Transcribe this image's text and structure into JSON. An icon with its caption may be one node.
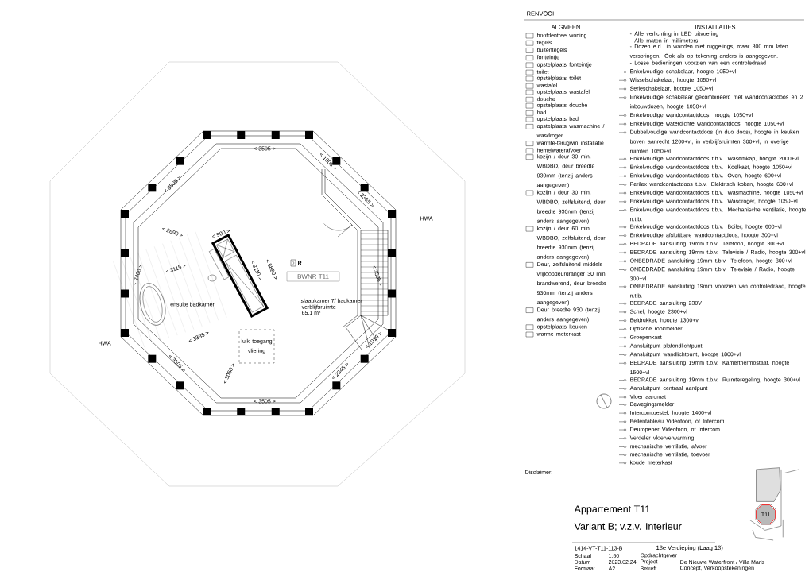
{
  "diagram": {
    "title": "Appartement T11",
    "nodes": [
      {
        "text": [
          "BWNR T11"
        ]
      },
      {
        "text": [
          "luik toegang vliering"
        ]
      },
      {
        "text": [
          "T11"
        ]
      }
    ],
    "labels": [
      "Variant B; v.z.v. Interieur",
      "RENVOOI",
      "ALGMEEN",
      "INSTALLATIES",
      "- Alle verlichting in LED uitvoering",
      "- Alle maten in millimeters",
      "- Dozen e.d. in wanden niet ruggelings, maar 300 mm laten verspringen. Ook als op tekening anders is aangegeven.",
      "- Losse bedieningen voorzien van een controledraad",
      "Disclaimer:",
      "< 3505 >",
      "< 1005 >",
      "< 3505 >",
      "< 2355 >",
      "HWA",
      "< 2690 >",
      "< 900 >",
      "R",
      "< 2400 >",
      "< 3115 >",
      "< 3110 >",
      "< 5880 >",
      "< 3505 >",
      "ensuite badkamer",
      "slaapkamer 7/ badkamer",
      "verblijfsruimte",
      "65,1 m²",
      "< 3335 >",
      "< 1010 >",
      "HWA",
      "< 3505 >",
      "< 3050 >",
      "< 2345 >",
      "< 3505 >",
      "1414-VT-T11-113-B",
      "13e Verdieping (Laag 13)",
      "Schaal",
      "1:50",
      "Opdrachtgever",
      "Datum",
      "2023.02.24",
      "Project",
      "De Nieuwe Waterfront / Villa Maris",
      "Formaat",
      "A2",
      "Betreft",
      "Concept, Verkoopstekeningen"
    ],
    "legend": [
      {
        "text": "hoofdentree woning"
      },
      {
        "text": "tegels"
      },
      {
        "text": "buitentegels"
      },
      {
        "text": "fonteintje"
      },
      {
        "text": "opstelplaats fonteintje"
      },
      {
        "text": "toilet"
      },
      {
        "text": "opstelplaats toilet"
      },
      {
        "text": "wastafel"
      },
      {
        "text": "opstelplaats wastafel"
      },
      {
        "text": "douche"
      },
      {
        "text": "opstelplaats douche"
      },
      {
        "text": "bad"
      },
      {
        "text": "opstelplaats bad"
      },
      {
        "text": "opstelplaats wasmachine / wasdroger"
      },
      {
        "text": "warmte-terugwin installatie"
      },
      {
        "text": "hemelwaterafvoer"
      },
      {
        "text": "kozijn / deur 30 min. WBDBO, deur breedte 930mm (tenzij anders aangegeven)"
      },
      {
        "text": "kozijn / deur 30 min. WBDBO, zelfsluitend, deur breedte 930mm (tenzij anders aangegeven)"
      },
      {
        "text": "kozijn / deur 60 min. WBDBO, zelfsluitend, deur breedte 930mm (tenzij anders aangegeven)"
      },
      {
        "text": "Deur, zelfsluitend middels vrijloopdeurdranger 30 min. brandwerend, deur breedte 930mm (tenzij anders aangegeven)"
      },
      {
        "text": "Deur breedte 930 (tenzij anders aangegeven)"
      },
      {
        "text": "opstelplaats keuken"
      },
      {
        "text": "warme meterkast"
      },
      {
        "text": "Enkelvoudige schakelaar, hoogte 1050+vl"
      },
      {
        "text": "Wisselschakelaar, hoogte 1050+vl"
      },
      {
        "text": "Serieschakelaar, hoogte 1050+vl"
      },
      {
        "text": "Enkelvoudige schakelaar gecombineerd met wandcontactdoos en 2 inbouwdozen, hoogte 1050+vl"
      },
      {
        "text": "Enkelvoudige wandcontactdoos, hoogte 1050+vl"
      },
      {
        "text": "Enkelvoudige waterdichte wandcontactdoos, hoogte 1050+vl"
      },
      {
        "text": "Dubbelvoudige wandcontactdoos (in duo doos), hoogte in keuken boven aanrecht 1200+vl, in verblijfsruimten 300+vl, in overige ruimten 1050+vl"
      },
      {
        "text": "Enkelvoudige wandcontactdoos t.b.v. Wasemkap, hoogte 2000+vl"
      },
      {
        "text": "Enkelvoudige wandcontactdoos t.b.v. Koelkast, hoogte 1050+vl"
      },
      {
        "text": "Enkelvoudige wandcontactdoos t.b.v. Oven, hoogte 600+vl"
      },
      {
        "text": "Perilex wandcontactdoos t.b.v. Elektrisch koken, hoogte 600+vl"
      },
      {
        "text": "Enkelvoudige wandcontactdoos t.b.v. Wasmachine, hoogte 1050+vl"
      },
      {
        "text": "Enkelvoudige wandcontactdoos t.b.v. Wasdroger, hoogte 1050+vl"
      },
      {
        "text": "Enkelvoudige wandcontactdoos t.b.v. Mechanische ventilatie, hoogte n.t.b."
      },
      {
        "text": "Enkelvoudige wandcontactdoos t.b.v. Boiler, hoogte 600+vl"
      },
      {
        "text": "Enkelvoudige afsluitbare wandcontactdoos, hoogte 300+vl"
      },
      {
        "text": "BEDRADE aansluiting 19mm t.b.v. Telefoon, hoogte 300+vl"
      },
      {
        "text": "BEDRADE aansluiting 19mm t.b.v. Televisie / Radio, hoogte 300+vl"
      },
      {
        "text": "ONBEDRADE aansluiting 19mm t.b.v. Telefoon, hoogte 300+vl"
      },
      {
        "text": "ONBEDRADE aansluiting 19mm t.b.v. Televisie / Radio, hoogte 300+vl"
      },
      {
        "text": "ONBEDRADE aansluiting 19mm voorzien van controledraad, hoogte n.t.b."
      },
      {
        "text": "BEDRADE aansluiting 230V"
      },
      {
        "text": "Schel, hoogte 2300+vl"
      },
      {
        "text": "Beldrukker, hoogte 1300+vl"
      },
      {
        "text": "Optische rookmelder"
      },
      {
        "text": "Groepenkast"
      },
      {
        "text": "Aansluitpunt plafondlichtpunt"
      },
      {
        "text": "Aansluitpunt wandlichtpunt, hoogte 1800+vl"
      },
      {
        "text": "BEDRADE aansluiting 19mm t.b.v. Kamerthermostaat, hoogte 1500+vl"
      },
      {
        "text": "BEDRADE aansluiting 19mm t.b.v. Ruimteregeling, hoogte 300+vl"
      },
      {
        "text": "Aansluitpunt centraal aardpunt"
      },
      {
        "text": "Vloer aardmat"
      },
      {
        "text": "Bewegingsmelder"
      },
      {
        "text": "Intercomtoestel, hoogte 1400+vl"
      },
      {
        "text": "Bellentableau Videofoon, of Intercom"
      },
      {
        "text": "Deuropener Videofoon, of Intercom"
      },
      {
        "text": "Verdeler vloerverwarming"
      },
      {
        "text": "mechanische ventilatie, afvoer"
      },
      {
        "text": "mechanische ventilatie, toevoer"
      },
      {
        "text": "koude meterkast"
      }
    ]
  }
}
